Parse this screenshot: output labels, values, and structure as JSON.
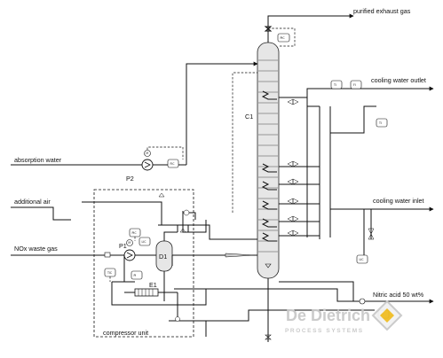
{
  "streams": {
    "purified_exhaust_gas": "purified exhaust gas",
    "cooling_water_outlet": "cooling water outlet",
    "cooling_water_inlet": "cooling water inlet",
    "absorption_water": "absorption water",
    "additional_air": "additional air",
    "nox_waste_gas": "NOx waste gas",
    "nitric_acid": "Nitric acid 50 wt%"
  },
  "equipment": {
    "column": "C1",
    "pump": "P2",
    "compressor": "P1",
    "drum": "D1",
    "exchanger": "E1",
    "compressor_unit": "compressor unit"
  },
  "instruments": {
    "pressure": "P",
    "flow": "F",
    "level": "L",
    "temperature": "T",
    "motor": "M"
  },
  "logo": {
    "name": "De Dietrich",
    "tagline": "PROCESS SYSTEMS",
    "primary_color": "#c9c9c9",
    "accent_color": "#f0b400"
  }
}
